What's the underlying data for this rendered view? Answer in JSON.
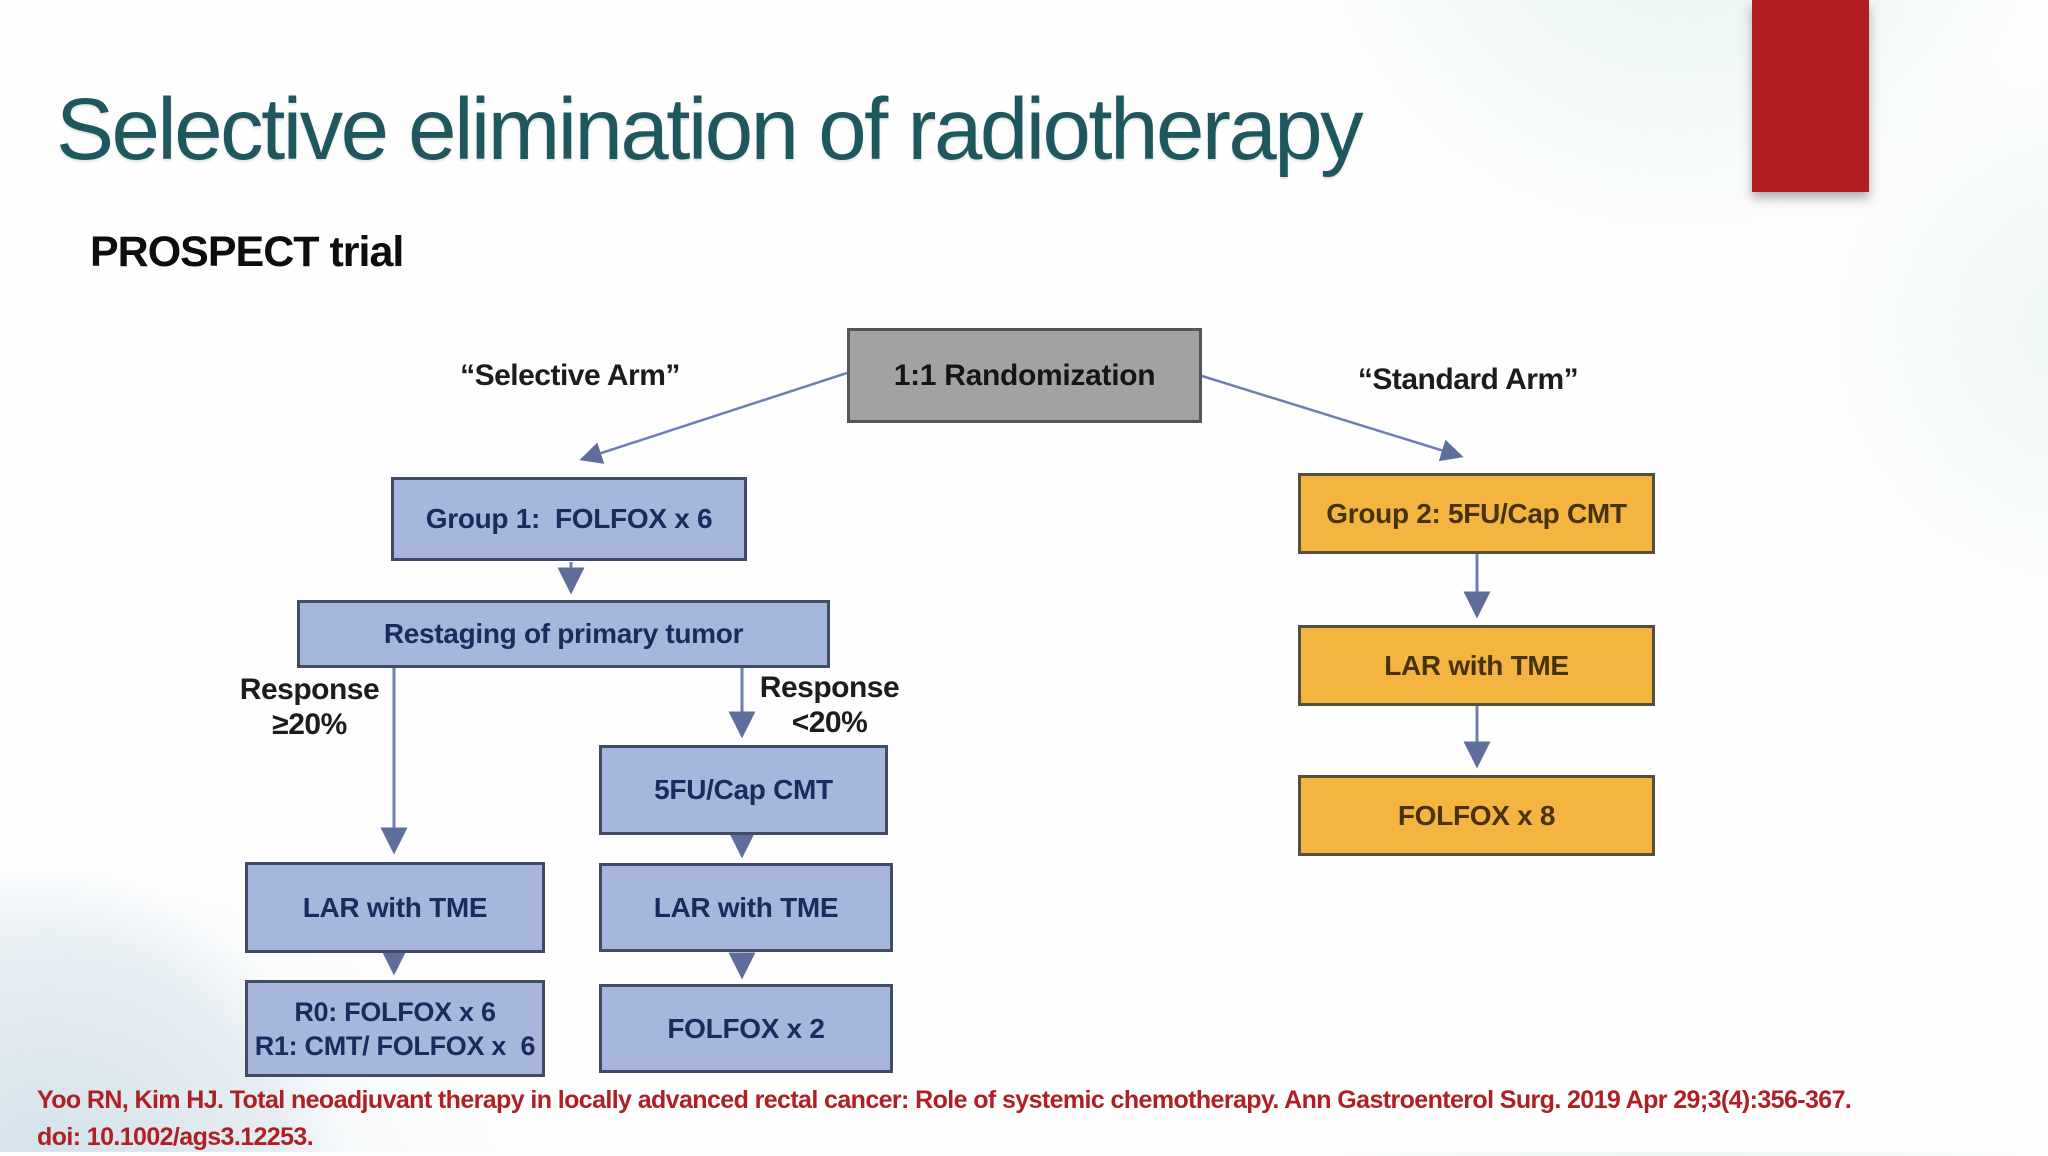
{
  "slide": {
    "title": "Selective elimination of radiotherapy",
    "subtitle": "PROSPECT trial",
    "citation": {
      "line1": "Yoo RN, Kim HJ. Total neoadjuvant therapy in locally advanced rectal cancer: Role of systemic chemotherapy. Ann Gastroenterol Surg. 2019 Apr 29;3(4):356-367.",
      "line2": "doi: 10.1002/ags3.12253."
    }
  },
  "diagram": {
    "randomization": "1:1 Randomization",
    "selective_arm_label": "“Selective Arm”",
    "standard_arm_label": "“Standard Arm”",
    "group1": "Group 1:  FOLFOX x 6",
    "restaging": "Restaging of primary tumor",
    "response_ge": {
      "line1": "Response",
      "line2": "≥20%"
    },
    "response_lt": {
      "line1": "Response",
      "line2": "<20%"
    },
    "cmt_5fu": "5FU/Cap CMT",
    "lar_left": "LAR with TME",
    "lar_mid": "LAR with TME",
    "r0r1": {
      "line1": "R0: FOLFOX x 6",
      "line2": "R1: CMT/ FOLFOX x  6"
    },
    "folfox_x2": "FOLFOX x 2",
    "group2": "Group 2: 5FU/Cap CMT",
    "lar_right": "LAR with TME",
    "folfox_x8": "FOLFOX x 8",
    "colors": {
      "blue_box": "#a7b6dc",
      "orange_box": "#f3b540",
      "gray_box": "#a2a2a2",
      "arrow": "#6b80b2",
      "accent_red": "#b21d22",
      "title_teal": "#1f575e",
      "citation_red": "#b01f24"
    }
  }
}
